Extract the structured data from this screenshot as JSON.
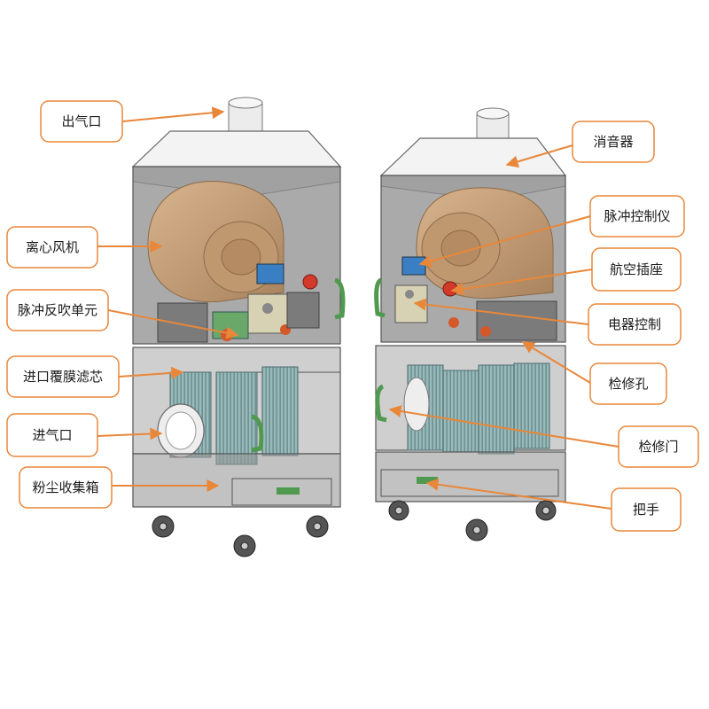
{
  "labels": {
    "outlet": "出气口",
    "fan": "离心风机",
    "pulse_unit": "脉冲反吹单元",
    "filter": "进口覆膜滤芯",
    "inlet": "进气口",
    "dust_box": "粉尘收集箱",
    "silencer": "消音器",
    "pulse_controller": "脉冲控制仪",
    "aviation_socket": "航空插座",
    "electric_control": "电器控制",
    "access_hole": "检修孔",
    "access_door": "检修门",
    "handle": "把手"
  },
  "colors": {
    "callout": "#e8873a",
    "cabinet": "#8d8d8d",
    "fan": "#c9a27a",
    "filter": "#7fa3a5",
    "handle": "#5aa05a",
    "port": "#d43a2a"
  }
}
